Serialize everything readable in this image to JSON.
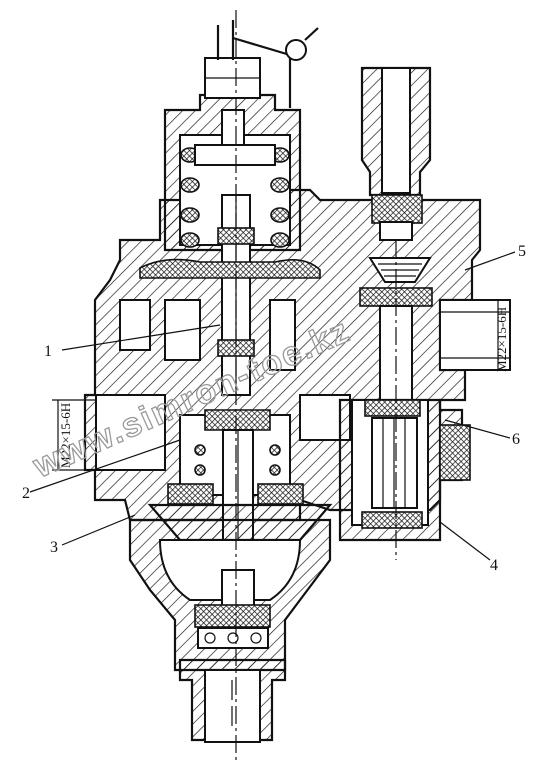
{
  "callouts": [
    "1",
    "2",
    "3",
    "4",
    "5",
    "6"
  ],
  "thread_labels": [
    "M22×15-6H",
    "M22×15-6H"
  ],
  "watermark": "www.simron-toe.kz",
  "colors": {
    "line": "#111111",
    "background": "#ffffff",
    "watermark": "#9a9a9a"
  }
}
